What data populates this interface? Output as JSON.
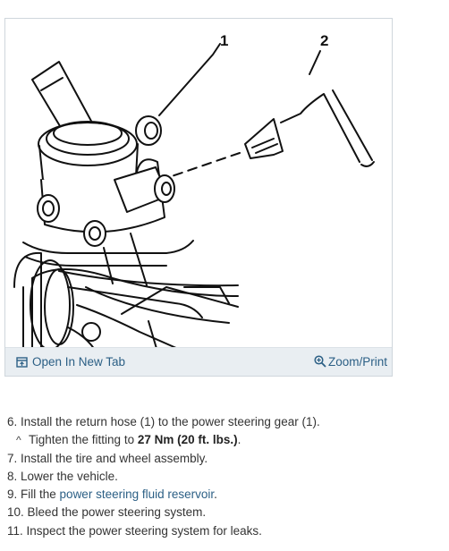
{
  "figure": {
    "callouts": [
      "1",
      "2"
    ],
    "open_tab_label": "Open In New Tab",
    "open_tab_icon": "open-in-new-tab-icon",
    "zoom_label": "Zoom/Print",
    "zoom_icon": "magnifier-plus-icon"
  },
  "steps": [
    {
      "num": "6.",
      "text": "Install the return hose (1) to the power steering gear (1)."
    },
    {
      "sub": true,
      "marker": "^",
      "pre": "Tighten the fitting to ",
      "bold": "27 Nm (20 ft. lbs.)",
      "post": "."
    },
    {
      "num": "7.",
      "text": "Install the tire and wheel assembly."
    },
    {
      "num": "8.",
      "text": "Lower the vehicle."
    },
    {
      "num": "9.",
      "pre": "Fill the ",
      "link": "power steering fluid reservoir",
      "post": "."
    },
    {
      "num": "10.",
      "text": "Bleed the power steering system."
    },
    {
      "num": "11.",
      "text": "Inspect the power steering system for leaks."
    }
  ],
  "colors": {
    "link": "#2b5f85",
    "footer_bg": "#e9eef2",
    "card_border": "#cfd6dc"
  }
}
